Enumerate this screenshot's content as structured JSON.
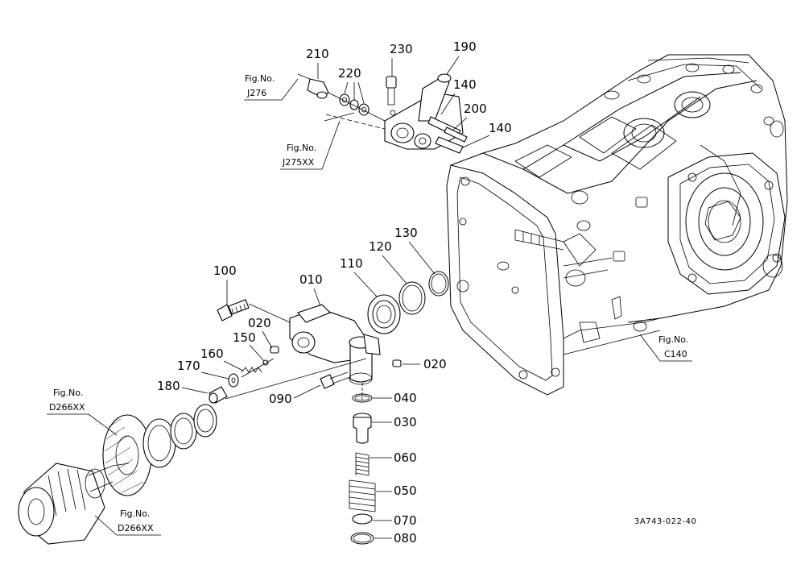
{
  "drawing_code": "3A743-022-40",
  "parts": [
    {
      "id": "p210",
      "label": "210"
    },
    {
      "id": "p220",
      "label": "220"
    },
    {
      "id": "p230",
      "label": "230"
    },
    {
      "id": "p190",
      "label": "190"
    },
    {
      "id": "p140a",
      "label": "140"
    },
    {
      "id": "p200",
      "label": "200"
    },
    {
      "id": "p140b",
      "label": "140"
    },
    {
      "id": "p130",
      "label": "130"
    },
    {
      "id": "p120",
      "label": "120"
    },
    {
      "id": "p110",
      "label": "110"
    },
    {
      "id": "p010",
      "label": "010"
    },
    {
      "id": "p100",
      "label": "100"
    },
    {
      "id": "p020a",
      "label": "020"
    },
    {
      "id": "p150",
      "label": "150"
    },
    {
      "id": "p160",
      "label": "160"
    },
    {
      "id": "p020b",
      "label": "020"
    },
    {
      "id": "p170",
      "label": "170"
    },
    {
      "id": "p180",
      "label": "180"
    },
    {
      "id": "p090",
      "label": "090"
    },
    {
      "id": "p040",
      "label": "040"
    },
    {
      "id": "p030",
      "label": "030"
    },
    {
      "id": "p060",
      "label": "060"
    },
    {
      "id": "p050",
      "label": "050"
    },
    {
      "id": "p070",
      "label": "070"
    },
    {
      "id": "p080",
      "label": "080"
    }
  ],
  "fig_refs": [
    {
      "id": "f1",
      "prefix": "Fig.No.",
      "ref": "J276"
    },
    {
      "id": "f2",
      "prefix": "Fig.No.",
      "ref": "J275XX"
    },
    {
      "id": "f3",
      "prefix": "Fig.No.",
      "ref": "C140"
    },
    {
      "id": "f4",
      "prefix": "Fig.No.",
      "ref": "D266XX"
    },
    {
      "id": "f5",
      "prefix": "Fig.No.",
      "ref": "D266XX"
    }
  ]
}
